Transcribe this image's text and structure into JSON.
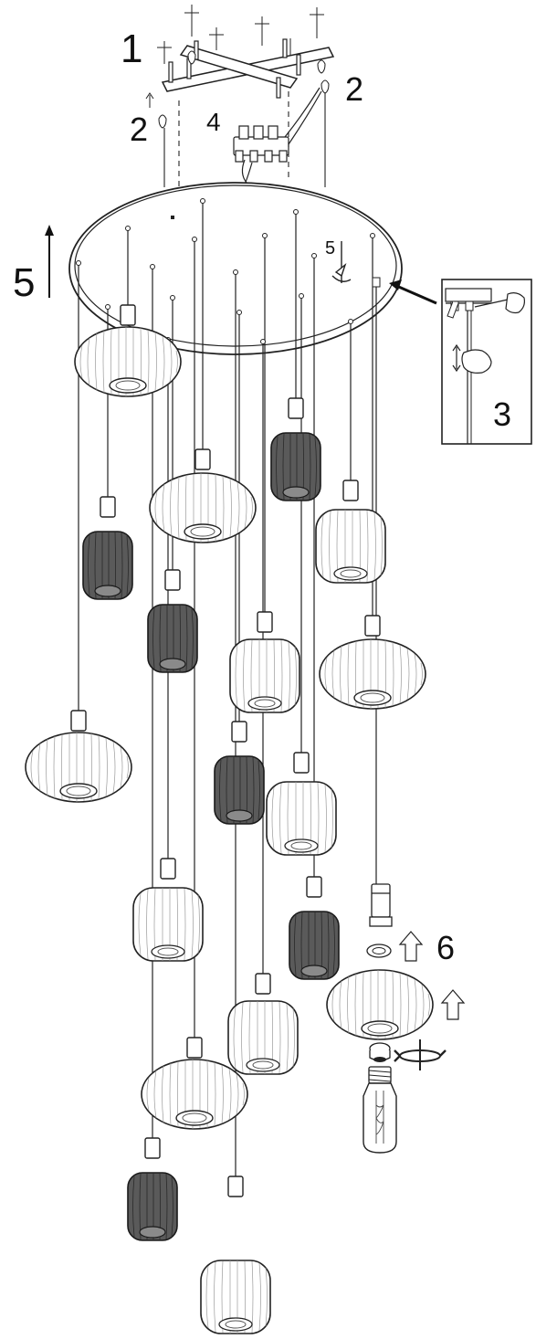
{
  "steps": {
    "s1": "1",
    "s2_left": "2",
    "s2_right": "2",
    "s3": "3",
    "s4": "4",
    "s5_left": "5",
    "s5_small": "5",
    "s6": "6"
  },
  "colors": {
    "line": "#222222",
    "glass_clear": "#c8c8c8",
    "glass_smoked": "#4a4a4a",
    "background": "#ffffff"
  },
  "pendants": {
    "count": 18,
    "shapes": [
      "flat-lantern",
      "barrel"
    ],
    "finishes": [
      "clear",
      "smoked"
    ]
  }
}
